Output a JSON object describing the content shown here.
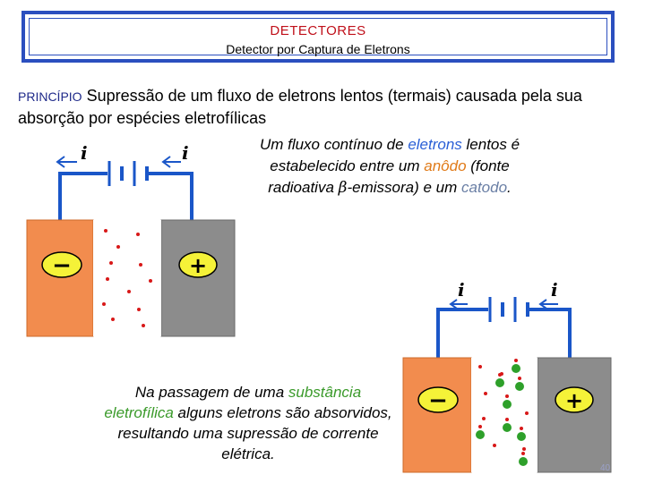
{
  "header": {
    "title": "DETECTORES",
    "subtitle": "Detector por Captura de Eletrons"
  },
  "principle": {
    "label": "PRINCÍPIO",
    "text": " Supressão de um fluxo de eletrons lentos (termais) causada pela sua absorção por espécies eletrofílicas"
  },
  "description1": {
    "part1": "Um fluxo contínuo de ",
    "electrons": "eletrons",
    "part2": " lentos é estabelecido entre um ",
    "anode": "anôdo",
    "part3": " (fonte radioativa ",
    "beta": "β",
    "part4": "-emissora) e um ",
    "cathode": "catodo",
    "part5": "."
  },
  "description2": {
    "part1": "Na passagem de uma ",
    "substance": "substância eletrofílica",
    "part2": " alguns eletrons são absorvidos, resultando uma supressão de corrente elétrica."
  },
  "diagram": {
    "current_label": "i",
    "minus_sign": "−",
    "plus_sign": "+"
  },
  "colors": {
    "frame": "#2b4fbf",
    "wire": "#1a56c8",
    "cathode": "#f28c4e",
    "anode": "#8c8c8c",
    "electron": "#d81818",
    "molecule": "#2ea02a"
  },
  "page": {
    "number": "40"
  }
}
